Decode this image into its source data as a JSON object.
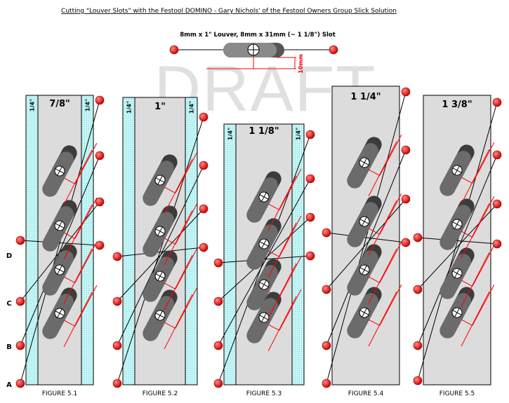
{
  "header": {
    "title": "Cutting \"Louver Slots\" with the Festool DOMINO - Gary Nichols' of the Festool Owners Group Slick Solution",
    "detail_label": "8mm x 1\" Louver, 8mm x 31mm (~ 1 1/8\") Slot",
    "dimension_label": "10mm"
  },
  "watermark": "DRAFT",
  "row_labels": [
    "D",
    "C",
    "B",
    "A"
  ],
  "edge_strip_label": "1/4\"",
  "figures": [
    {
      "caption": "FIGURE 5.1",
      "width_label": "7/8\"",
      "has_edge_strips": true
    },
    {
      "caption": "FIGURE 5.2",
      "width_label": "1\"",
      "has_edge_strips": true
    },
    {
      "caption": "FIGURE 5.3",
      "width_label": "1 1/8\"",
      "has_edge_strips": true
    },
    {
      "caption": "FIGURE 5.4",
      "width_label": "1 1/4\"",
      "has_edge_strips": false
    },
    {
      "caption": "FIGURE 5.5",
      "width_label": "1 3/8\"",
      "has_edge_strips": false
    }
  ],
  "colors": {
    "board": "#dcdcdc",
    "edge_strip": "#bff3f3",
    "slot": "#5a5a5a",
    "marker": "#ee0000",
    "guide_line": "#ff0000"
  }
}
